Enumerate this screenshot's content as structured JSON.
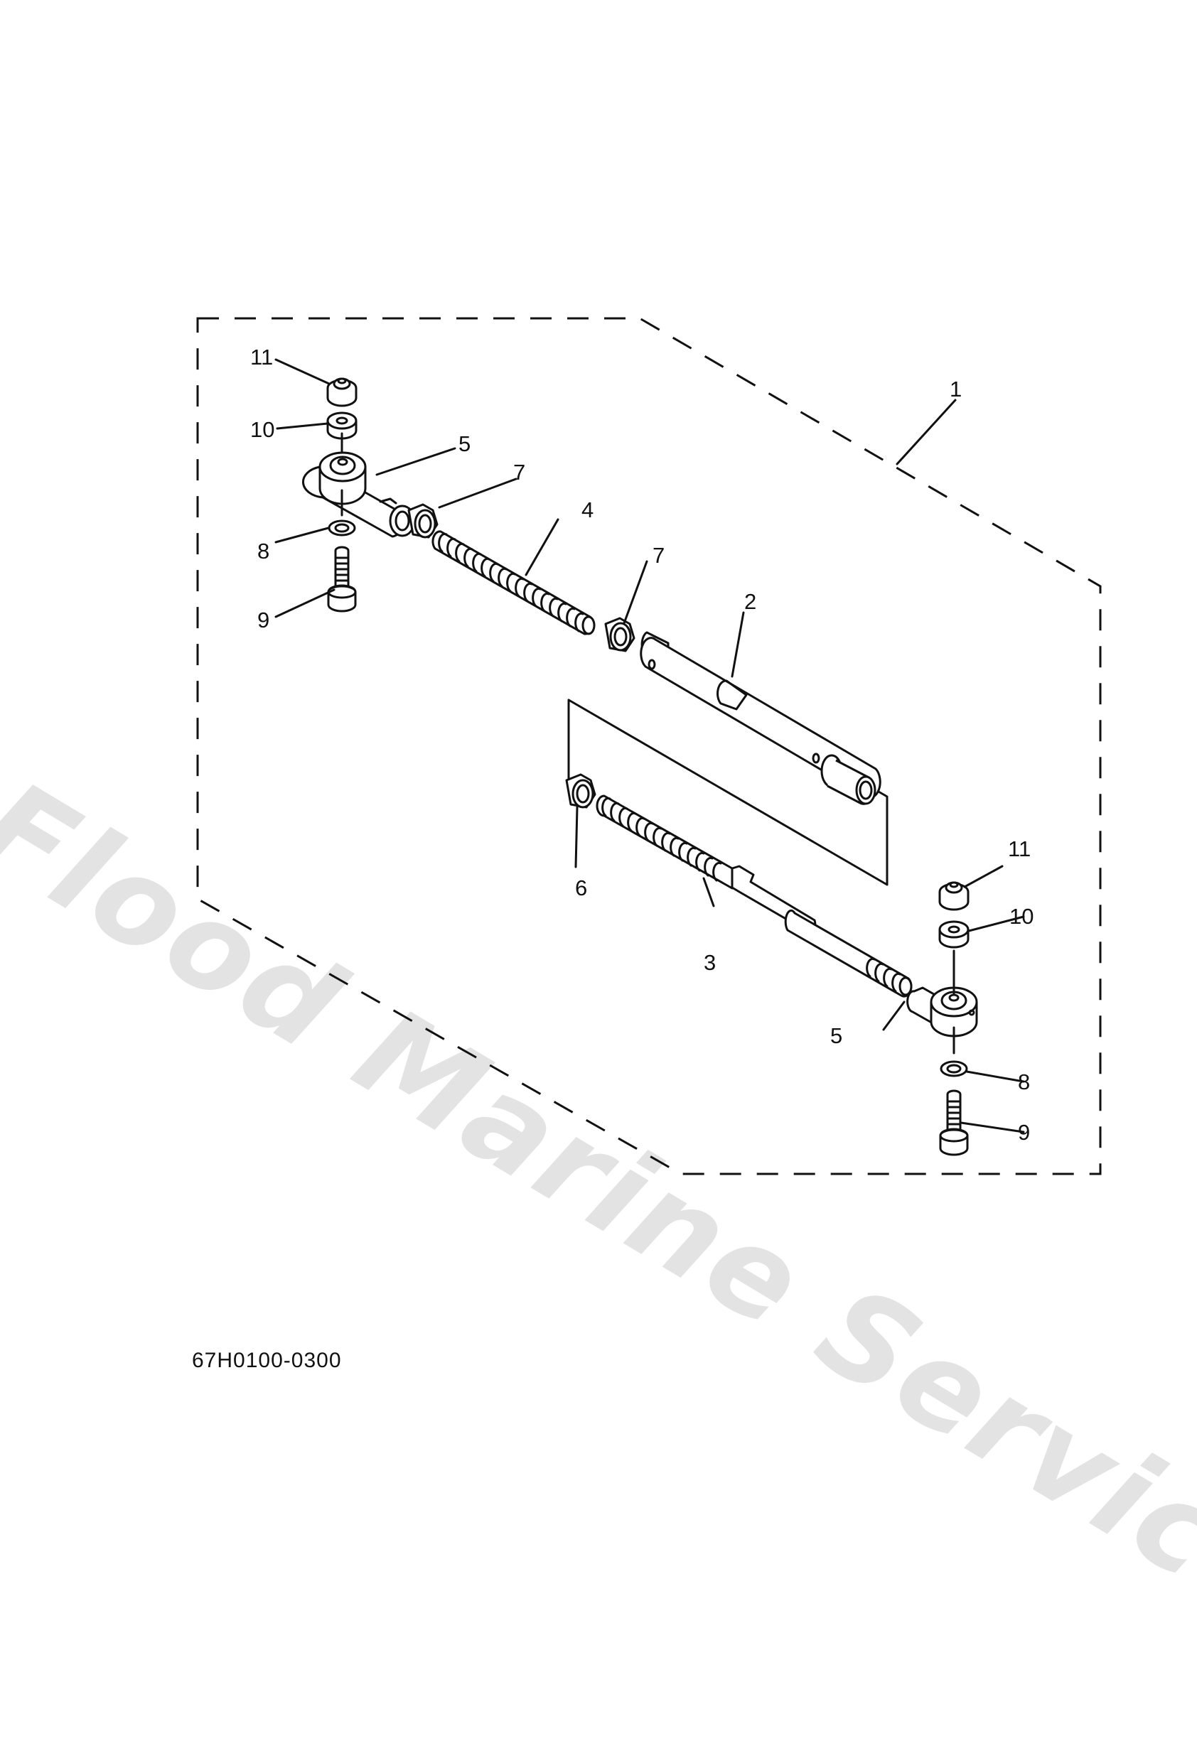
{
  "diagram": {
    "type": "exploded-parts-diagram",
    "watermark": "Flood Marine Services",
    "reference_code": "67H0100-0300",
    "colors": {
      "line": "#111111",
      "background": "#ffffff",
      "watermark": "#e3e3e3"
    },
    "callouts": [
      {
        "id": "1",
        "label": "1",
        "part": "assembly-boundary"
      },
      {
        "id": "2",
        "label": "2",
        "part": "adjuster-sleeve"
      },
      {
        "id": "3",
        "label": "3",
        "part": "long-threaded-rod"
      },
      {
        "id": "4",
        "label": "4",
        "part": "threaded-rod"
      },
      {
        "id": "5a",
        "label": "5",
        "part": "rod-end-upper"
      },
      {
        "id": "5b",
        "label": "5",
        "part": "rod-end-lower"
      },
      {
        "id": "6",
        "label": "6",
        "part": "nut-lower"
      },
      {
        "id": "7a",
        "label": "7",
        "part": "nut-upper-left"
      },
      {
        "id": "7b",
        "label": "7",
        "part": "nut-upper-right"
      },
      {
        "id": "8a",
        "label": "8",
        "part": "washer-upper"
      },
      {
        "id": "8b",
        "label": "8",
        "part": "washer-lower"
      },
      {
        "id": "9a",
        "label": "9",
        "part": "bolt-upper"
      },
      {
        "id": "9b",
        "label": "9",
        "part": "bolt-lower"
      },
      {
        "id": "10a",
        "label": "10",
        "part": "spacer-upper"
      },
      {
        "id": "10b",
        "label": "10",
        "part": "spacer-lower"
      },
      {
        "id": "11a",
        "label": "11",
        "part": "locknut-upper"
      },
      {
        "id": "11b",
        "label": "11",
        "part": "locknut-lower"
      }
    ]
  }
}
